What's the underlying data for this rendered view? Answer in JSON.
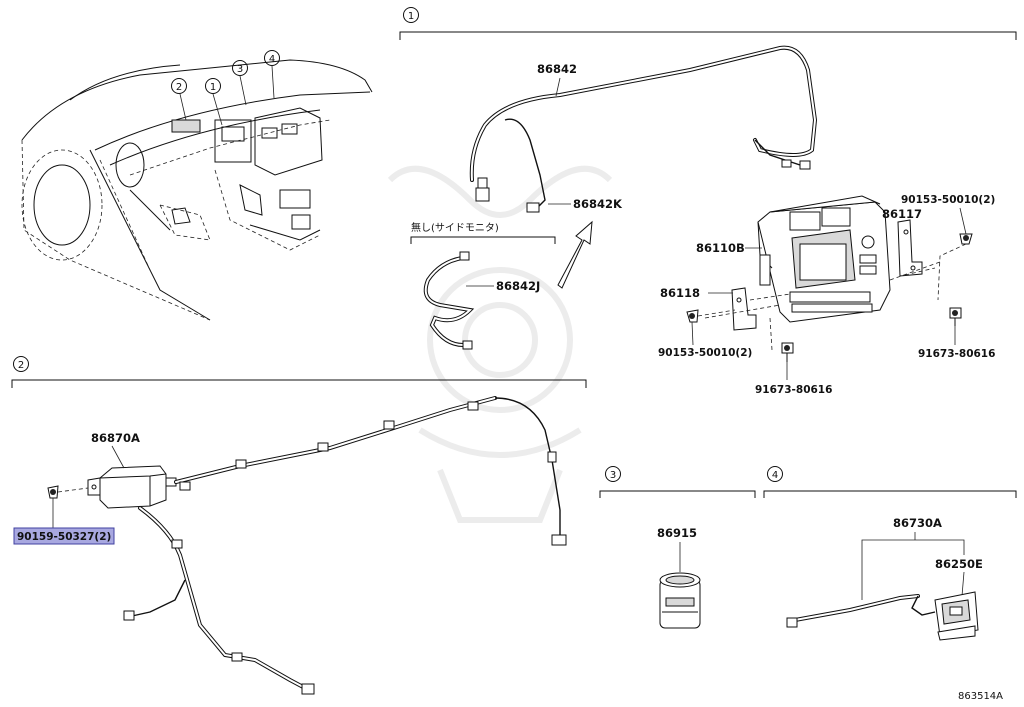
{
  "callouts": {
    "c1": "1",
    "c2": "2",
    "c3": "3",
    "c4": "4"
  },
  "car_view": {
    "labels": [
      "2",
      "1",
      "3",
      "4"
    ]
  },
  "parts": {
    "p86842": "86842",
    "p86842K": "86842K",
    "p86842J": "86842J",
    "note_jp": "無し(サイドモニタ)",
    "p86110B": "86110B",
    "p86117": "86117",
    "p86118": "86118",
    "bolt_top_right": "90153-50010(2)",
    "bolt_left": "90153-50010(2)",
    "screw_right": "91673-80616",
    "screw_bottom": "91673-80616",
    "p86870A": "86870A",
    "p90159": "90159-50327(2)",
    "p86915": "86915",
    "p86730A": "86730A",
    "p86250E": "86250E",
    "diagram_id": "863514A"
  },
  "colors": {
    "highlight_fill": "#a8a8e0",
    "highlight_border": "#4040a0",
    "line": "#111111"
  }
}
